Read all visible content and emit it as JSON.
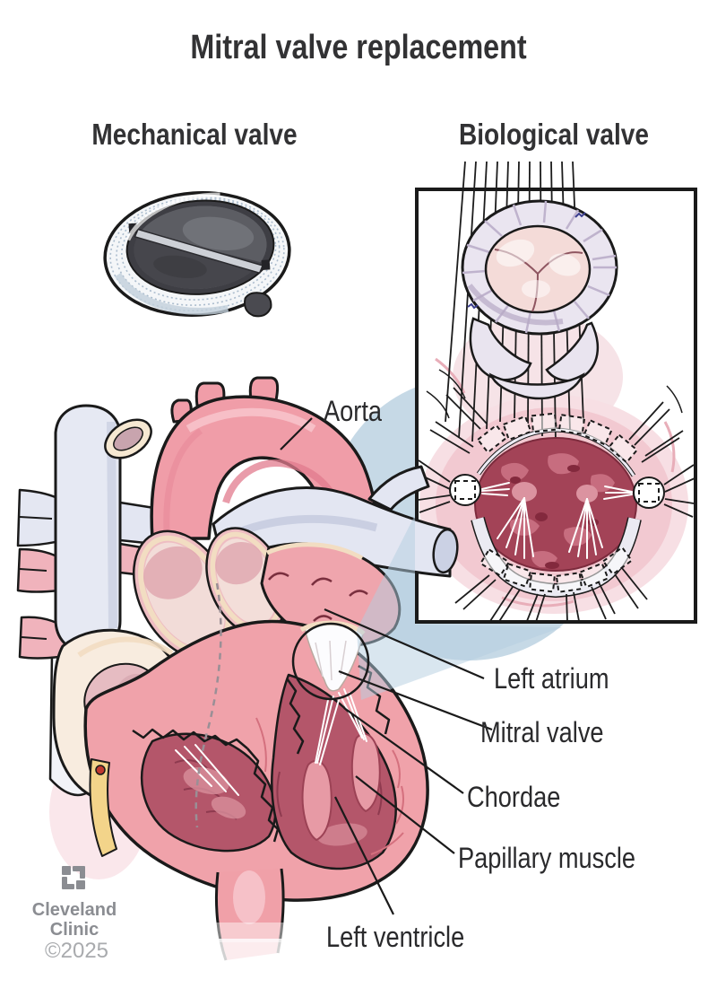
{
  "page": {
    "title": "Mitral valve replacement"
  },
  "panels": {
    "mechanical": {
      "heading": "Mechanical valve"
    },
    "biological": {
      "heading": "Biological valve"
    }
  },
  "anatomy_labels": [
    {
      "id": "aorta",
      "text": "Aorta"
    },
    {
      "id": "left-atrium",
      "text": "Left atrium"
    },
    {
      "id": "mitral-valve",
      "text": "Mitral valve"
    },
    {
      "id": "chordae",
      "text": "Chordae"
    },
    {
      "id": "papillary-muscle",
      "text": "Papillary muscle"
    },
    {
      "id": "left-ventricle",
      "text": "Left ventricle"
    }
  ],
  "branding": {
    "logo_icon": "cleveland-clinic-logo-icon",
    "line1": "Cleveland",
    "line2": "Clinic",
    "copyright": "©2025"
  },
  "colors": {
    "text_dark": "#2a2a2c",
    "heart_pink": "#f09da8",
    "muscle_pink": "#f0a2aa",
    "interior_red": "#b4566a",
    "annulus_red": "#a34357",
    "vessel_lavender": "#e4e7f2",
    "cream_rim": "#f2ddc2",
    "halo_blue": "#c6d9e6",
    "mech_ring_dark": "#3e3e44",
    "brand_gray": "#8b8d92"
  }
}
